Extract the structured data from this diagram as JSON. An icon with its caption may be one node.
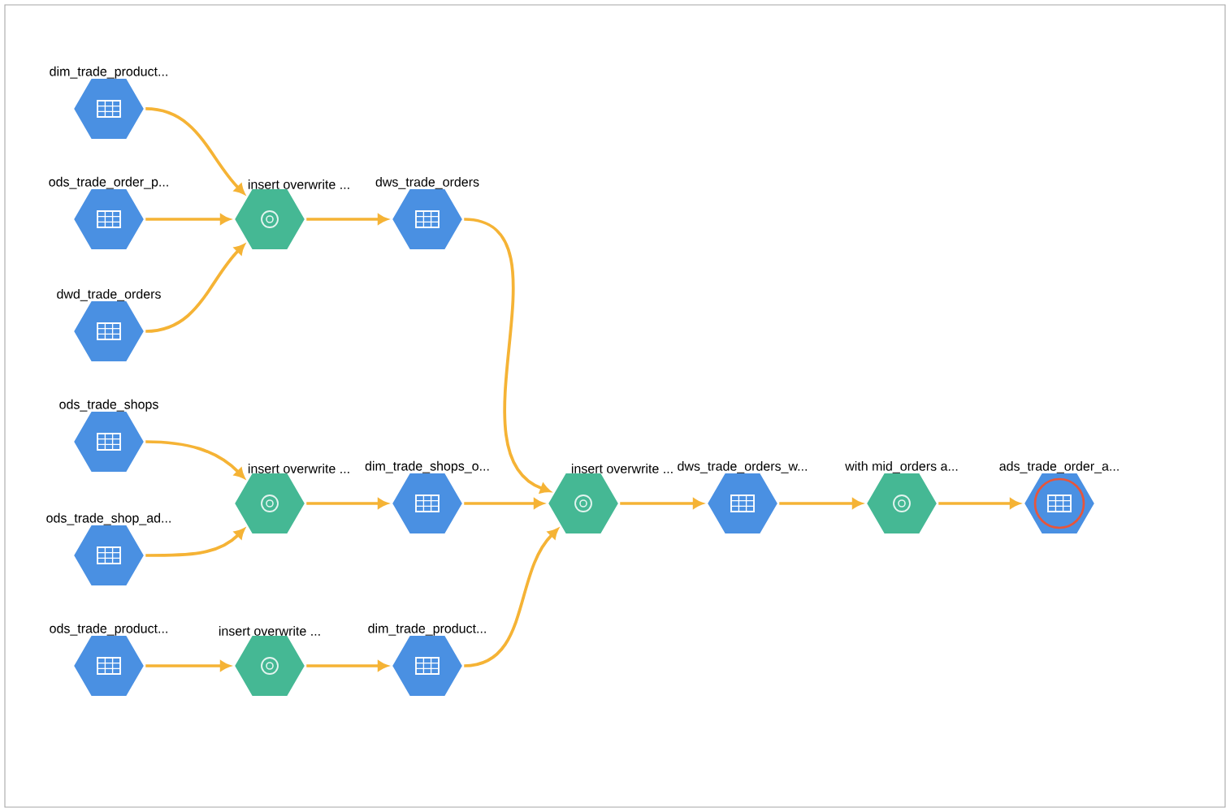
{
  "diagram": {
    "nodes": [
      {
        "text": [
          "dim_trade_product..."
        ]
      },
      {
        "text": [
          "ods_trade_order_p..."
        ]
      },
      {
        "text": [
          "insert overwrite ..."
        ]
      },
      {
        "text": [
          "dws_trade_orders"
        ]
      },
      {
        "text": [
          "dwd_trade_orders"
        ]
      },
      {
        "text": [
          "ods_trade_shops"
        ]
      },
      {
        "text": [
          "insert overwrite ..."
        ]
      },
      {
        "text": [
          "dim_trade_shops_o..."
        ]
      },
      {
        "text": [
          "insert overwrite ..."
        ]
      },
      {
        "text": [
          "dws_trade_orders_w..."
        ]
      },
      {
        "text": [
          "with mid_orders a..."
        ]
      },
      {
        "text": [
          "ads_trade_order_a..."
        ]
      },
      {
        "text": [
          "ods_trade_shop_ad..."
        ]
      },
      {
        "text": [
          "ods_trade_product..."
        ]
      },
      {
        "text": [
          "insert overwrite ..."
        ]
      },
      {
        "text": [
          "dim_trade_product..."
        ]
      }
    ],
    "edges": [
      {
        "from": 0,
        "to": 2,
        "arrow": "to"
      },
      {
        "from": 1,
        "to": 2,
        "arrow": "to"
      },
      {
        "from": 4,
        "to": 2,
        "arrow": "to"
      },
      {
        "from": 2,
        "to": 3,
        "arrow": "to"
      },
      {
        "from": 3,
        "to": 8,
        "arrow": "to"
      },
      {
        "from": 5,
        "to": 6,
        "arrow": "to"
      },
      {
        "from": 12,
        "to": 6,
        "arrow": "to"
      },
      {
        "from": 6,
        "to": 7,
        "arrow": "to"
      },
      {
        "from": 7,
        "to": 8,
        "arrow": "to"
      },
      {
        "from": 13,
        "to": 14,
        "arrow": "to"
      },
      {
        "from": 14,
        "to": 15,
        "arrow": "to"
      },
      {
        "from": 15,
        "to": 8,
        "arrow": "to"
      },
      {
        "from": 8,
        "to": 9,
        "arrow": "to"
      },
      {
        "from": 9,
        "to": 10,
        "arrow": "to"
      },
      {
        "from": 10,
        "to": 11,
        "arrow": "to"
      }
    ]
  }
}
